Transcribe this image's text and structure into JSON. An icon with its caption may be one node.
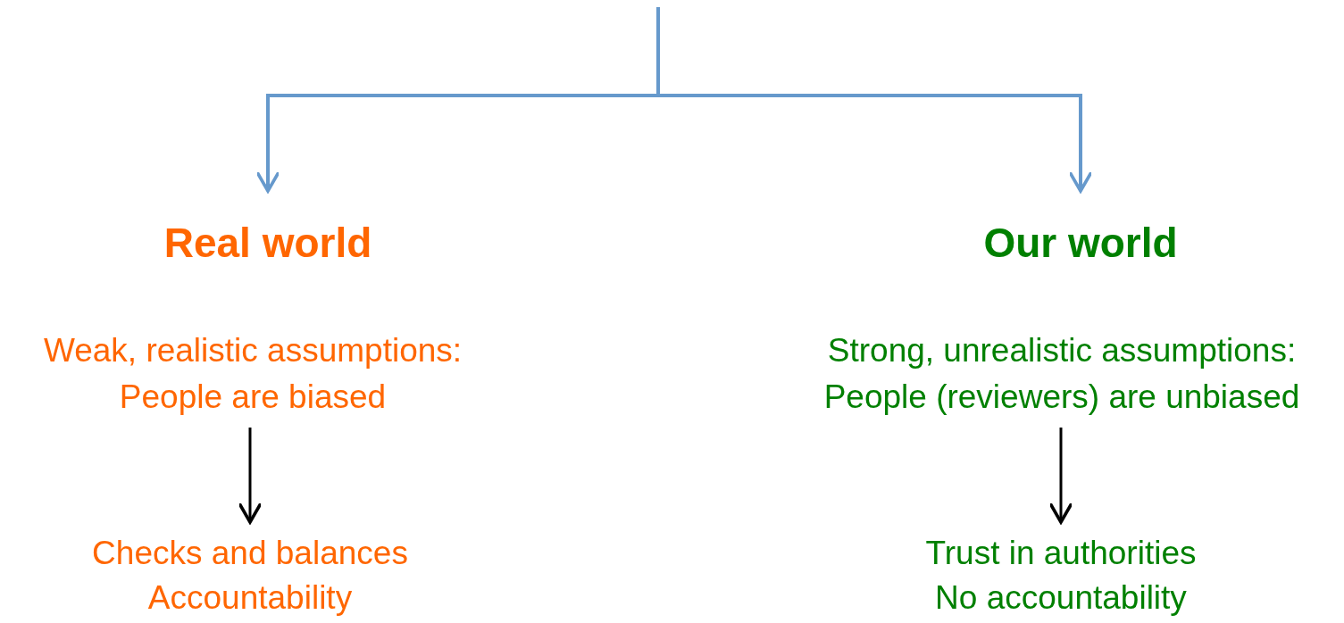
{
  "diagram": {
    "nodes": [
      {
        "text": [
          "Real world"
        ]
      },
      {
        "text": [
          "Weak, realistic assumptions: People are biased"
        ]
      },
      {
        "text": [
          "Checks and balances",
          "Accountability"
        ]
      },
      {
        "text": [
          "Our world"
        ]
      },
      {
        "text": [
          "Strong, unrealistic assumptions: People (reviewers) are unbiased"
        ]
      },
      {
        "text": [
          "Trust in authorities",
          "No accountability"
        ]
      }
    ],
    "edges": [
      {
        "from": null,
        "to": 0,
        "arrow": "to",
        "color": "#6699cc"
      },
      {
        "from": null,
        "to": 3,
        "arrow": "to",
        "color": "#6699cc"
      },
      {
        "from": 1,
        "to": 2,
        "arrow": "to",
        "color": "#000000"
      },
      {
        "from": 4,
        "to": 5,
        "arrow": "to",
        "color": "#000000"
      }
    ]
  }
}
